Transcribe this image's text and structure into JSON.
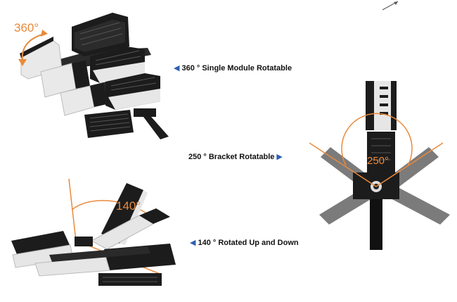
{
  "captions": {
    "module": "360 ° Single Module Rotatable",
    "bracket": "250 ° Bracket Rotatable",
    "updown": "140 ° Rotated Up and Down"
  },
  "angle_labels": {
    "module": "360°",
    "bracket": "250°",
    "updown": "140°"
  },
  "colors": {
    "accent": "#e98a3c",
    "arrow": "#2f5fb3",
    "housing": "#1c1c1c",
    "led_panel": "#eeeeee",
    "arm_gray": "#7b7b7b"
  },
  "icons": {
    "left_arrow": "◀",
    "right_arrow": "▶"
  }
}
